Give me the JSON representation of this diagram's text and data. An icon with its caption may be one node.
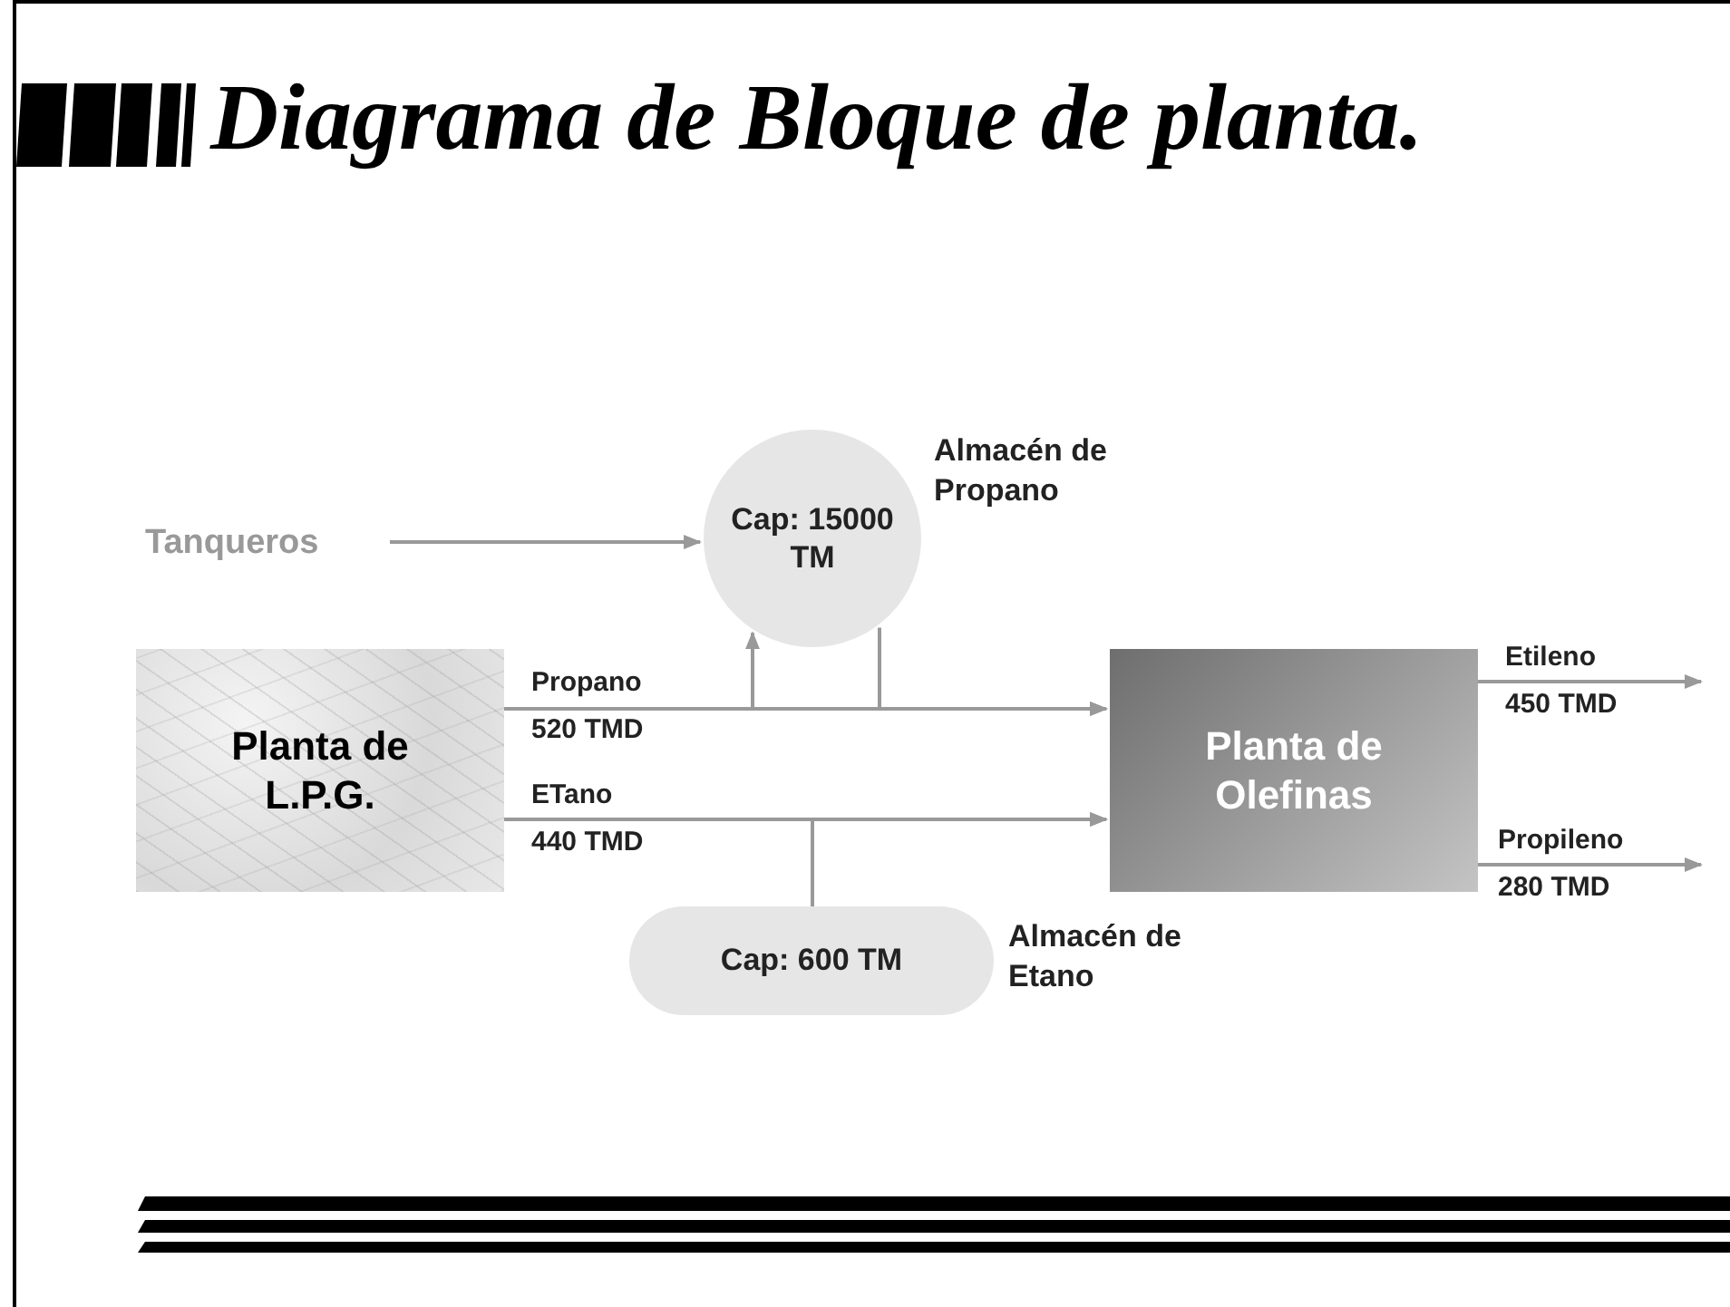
{
  "diagram": {
    "title": "Diagrama de Bloque de planta.",
    "nodes": [
      {
        "text": [
          "Tanqueros"
        ]
      },
      {
        "text": [
          "Cap: 15000 TM"
        ],
        "beside": [
          "Almacén de Propano"
        ]
      },
      {
        "text": [
          "Planta de L.P.G."
        ]
      },
      {
        "text": [
          "Planta de Olefinas"
        ]
      },
      {
        "text": [
          "Cap: 600 TM"
        ],
        "beside": [
          "Almacén de Etano"
        ]
      }
    ],
    "edges": [
      {
        "from": 0,
        "to": 1,
        "arrow": "to"
      },
      {
        "from": 2,
        "to": 3,
        "arrow": "to",
        "label": "Propano 520 TMD"
      },
      {
        "from": 2,
        "to": 1,
        "arrow": "to"
      },
      {
        "from": 1,
        "to": 3,
        "arrow": "to"
      },
      {
        "from": 2,
        "to": 3,
        "arrow": "to",
        "label": "ETano 440 TMD"
      },
      {
        "from": 4,
        "to": 3,
        "arrow": "to"
      },
      {
        "from": 3,
        "to": null,
        "arrow": "to",
        "label": "Etileno 450 TMD"
      },
      {
        "from": 3,
        "to": null,
        "arrow": "to",
        "label": "Propileno 280 TMD"
      }
    ]
  }
}
